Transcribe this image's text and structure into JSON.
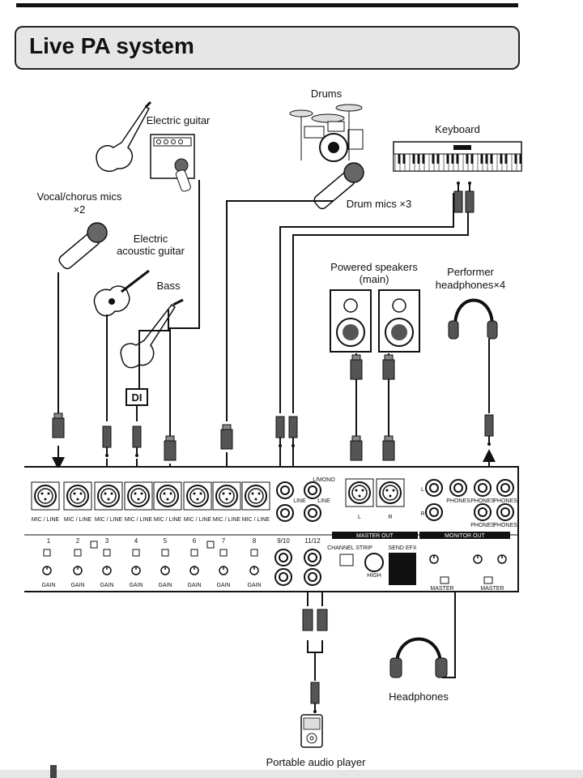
{
  "title": "Live PA system",
  "labels": {
    "drums": "Drums",
    "electric_guitar": "Electric guitar",
    "keyboard": "Keyboard",
    "vocal_mics": "Vocal/chorus mics",
    "vocal_mics_count": "×2",
    "drum_mics": "Drum mics ×3",
    "electric_acoustic_1": "Electric",
    "electric_acoustic_2": "acoustic guitar",
    "bass": "Bass",
    "di": "DI",
    "powered_speakers_1": "Powered speakers",
    "powered_speakers_2": "(main)",
    "performer_hp_1": "Performer",
    "performer_hp_2": "headphones×4",
    "headphones": "Headphones",
    "portable_player": "Portable audio player"
  },
  "mixer": {
    "channels": [
      "1",
      "2",
      "3",
      "4",
      "5",
      "6",
      "7",
      "8",
      "9/10",
      "11/12"
    ],
    "jack_label": "MIC / LINE",
    "line": "LINE",
    "lmono": "L/MONO",
    "gain": "GAIN",
    "master_out": "MASTER OUT",
    "monitor_out": "MONITOR OUT",
    "channel_strip": "CHANNEL STRIP",
    "send_efx": "SEND EFX",
    "high": "HIGH",
    "phones": "PHONES",
    "master": "MASTER",
    "l": "L",
    "r": "R"
  },
  "colors": {
    "ink": "#111111",
    "panel": "#ffffff",
    "plug": "#555555",
    "title_bg": "#e6e6e6"
  }
}
